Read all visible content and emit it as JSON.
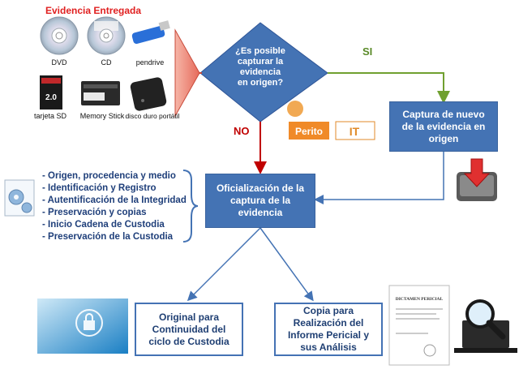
{
  "evidence_title": "Evidencia Entregada",
  "media": {
    "dvd": "DVD",
    "cd": "CD",
    "pendrive": "pendrive",
    "sd": "tarjeta SD",
    "memory_stick": "Memory Stick",
    "hdd": "disco duro portátil"
  },
  "decision": {
    "line1": "¿Es posible",
    "line2": "capturar la",
    "line3": "evidencia",
    "line4": "en origen?"
  },
  "yes_label": "SI",
  "no_label": "NO",
  "capture_box": "Captura de nuevo de la evidencia en origen",
  "official_box": "Oficialización de la captura de la evidencia",
  "list_items": [
    "- Origen, procedencia y medio",
    "- Identificación y Registro",
    "- Autentificación de la Integridad",
    "- Preservación y copias",
    "- Inicio Cadena de Custodia",
    "- Preservación de la Custodia"
  ],
  "original_box": "Original para Continuidad del ciclo de Custodia",
  "copy_box": "Copia para Realización del Informe Pericial y sus Análisis",
  "logo_text": "Perito IT",
  "report_title": "DICTAMEN PERICIAL",
  "colors": {
    "blue": "#4473b4",
    "red_arrow": "#c00000",
    "green_arrow": "#70a030",
    "title_red": "#e02020",
    "list_text": "#1f3f7a"
  }
}
